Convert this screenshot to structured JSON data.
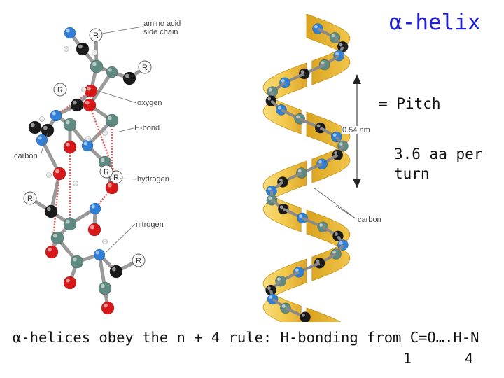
{
  "title": "α-helix",
  "pitch_label": "= Pitch",
  "per_turn": "3.6 aa per turn",
  "rule_text": "α-helices obey the n + 4 rule: H-bonding from C=O….H-N",
  "rule_indices": [
    "1",
    "4"
  ],
  "distance_label": "0.54 nm",
  "left_labels": {
    "amino_acid_side_chain_line1": "amino acid",
    "amino_acid_side_chain_line2": "side chain",
    "oxygen": "oxygen",
    "h_bond": "H-bond",
    "carbon": "carbon",
    "hydrogen": "hydrogen",
    "nitrogen": "nitrogen"
  },
  "right_label_carbon": "carbon",
  "r_group": "R",
  "colors": {
    "title": "#1f1fd6",
    "ribbon": "#f3c84a",
    "ribbon_dark": "#d9a21e",
    "oxygen": "#d81818",
    "nitrogen": "#2f7fd6",
    "carbon": "#1a1a1a",
    "alpha_carbon": "#5f8a82",
    "hydrogen": "#e8e8e8",
    "hbond": "#e06060"
  }
}
